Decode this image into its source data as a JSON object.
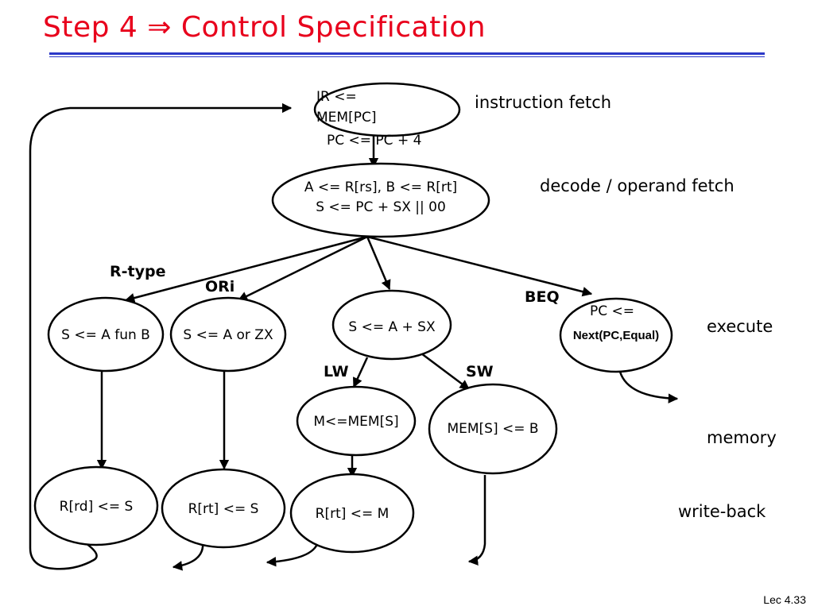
{
  "slide": {
    "title": "Step 4 ⇒ Control Specification",
    "footer": "Lec 4.33"
  },
  "nodes": {
    "fetch": [
      "IR <=",
      "MEM[PC]",
      "PC <= PC + 4"
    ],
    "decode": [
      "A <= R[rs], B <= R[rt]",
      "S <= PC + SX || 00"
    ],
    "exec_rtype": "S <= A fun B",
    "exec_ori": "S <= A or ZX",
    "exec_mem": "S <= A + SX",
    "exec_beq": [
      "PC <=",
      "Next(PC,Equal)"
    ],
    "mem_lw": "M<=MEM[S]",
    "mem_sw": "MEM[S] <= B",
    "wb_rtype": "R[rd] <= S",
    "wb_ori": "R[rt] <= S",
    "wb_lw": "R[rt] <= M"
  },
  "stages": {
    "fetch": "instruction fetch",
    "decode": "decode / operand fetch",
    "execute": "execute",
    "memory": "memory",
    "writeback": "write-back"
  },
  "branch_labels": {
    "rtype": "R-type",
    "ori": "ORi",
    "beq": "BEQ",
    "lw": "LW",
    "sw": "SW"
  }
}
